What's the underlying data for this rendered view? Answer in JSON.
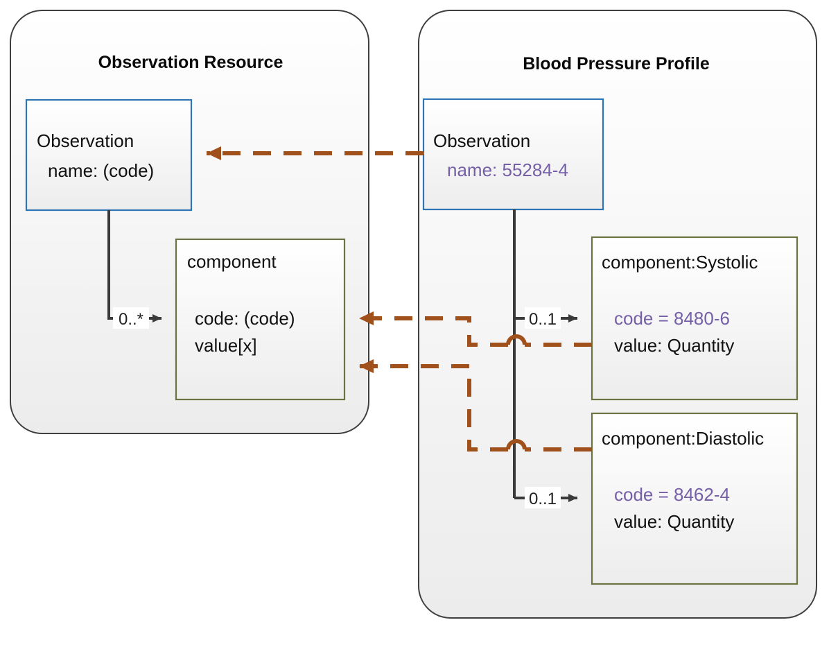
{
  "diagram": {
    "title_left": "Observation Resource",
    "title_right": "Blood Pressure Profile",
    "colors": {
      "panel_border": "#3f3f3f",
      "panel_fill_top": "#ffffff",
      "panel_fill_bottom": "#ededed",
      "class_border_blue": "#2e75b6",
      "class_border_olive": "#6c7340",
      "class_fill_top": "#ffffff",
      "class_fill_bottom": "#eeeeee",
      "link_black": "#3a3a3a",
      "link_brown": "#a0501a",
      "fixed_value_purple": "#7560a8",
      "text_black": "#111111"
    }
  },
  "left_panel": {
    "title": "Observation Resource",
    "observation_box": {
      "name": "Observation",
      "attributes": [
        "name: (code)"
      ]
    },
    "component_box": {
      "name": "component",
      "attributes": [
        "code: (code)",
        "value[x]"
      ]
    },
    "multiplicity": "0..*"
  },
  "right_panel": {
    "title": "Blood Pressure Profile",
    "observation_box": {
      "name": "Observation",
      "attributes": [
        "name: 55284-4"
      ],
      "fixed_attribute": "name: 55284-4"
    },
    "systolic_box": {
      "name": "component:Systolic",
      "fixed_attribute": "code = 8480-6",
      "attributes": [
        "value: Quantity"
      ],
      "multiplicity": "0..1"
    },
    "diastolic_box": {
      "name": "component:Diastolic",
      "fixed_attribute": "code = 8462-4",
      "attributes": [
        "value: Quantity"
      ],
      "multiplicity": "0..1"
    }
  },
  "connectors": [
    {
      "id": "profile-observation-derivation",
      "style": "dashed",
      "color": "#a0501a",
      "from": "right.Observation",
      "to": "left.Observation"
    },
    {
      "id": "systolic-derivation",
      "style": "dashed",
      "color": "#a0501a",
      "from": "right.component:Systolic",
      "to": "left.component"
    },
    {
      "id": "diastolic-derivation",
      "style": "dashed",
      "color": "#a0501a",
      "from": "right.component:Diastolic",
      "to": "left.component"
    },
    {
      "id": "observation-component-left",
      "style": "solid",
      "color": "#3a3a3a",
      "label": "0..*"
    },
    {
      "id": "observation-systolic",
      "style": "solid",
      "color": "#3a3a3a",
      "label": "0..1"
    },
    {
      "id": "observation-diastolic",
      "style": "solid",
      "color": "#3a3a3a",
      "label": "0..1"
    }
  ]
}
